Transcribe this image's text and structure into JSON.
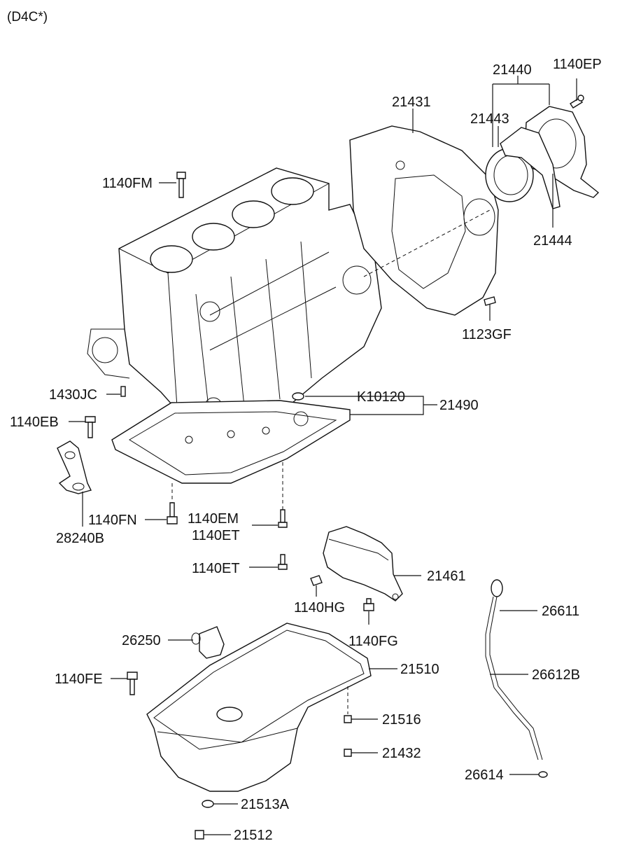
{
  "header": {
    "variant": "(D4C*)"
  },
  "callouts": {
    "p21440": "21440",
    "p1140EP": "1140EP",
    "p21431": "21431",
    "p21443": "21443",
    "p1140FM": "1140FM",
    "p21444": "21444",
    "p1123GF": "1123GF",
    "p1430JC": "1430JC",
    "pK10120": "K10120",
    "p21490": "21490",
    "p1140EB": "1140EB",
    "p1140FN": "1140FN",
    "p28240B": "28240B",
    "p1140EM": "1140EM",
    "p1140ET_a": "1140ET",
    "p1140ET_b": "1140ET",
    "p21461": "21461",
    "p1140HG": "1140HG",
    "p26611": "26611",
    "p1140FG": "1140FG",
    "p26250": "26250",
    "p21510": "21510",
    "p26612B": "26612B",
    "p1140FE": "1140FE",
    "p21516": "21516",
    "p21432": "21432",
    "p26614": "26614",
    "p21513A": "21513A",
    "p21512": "21512"
  }
}
